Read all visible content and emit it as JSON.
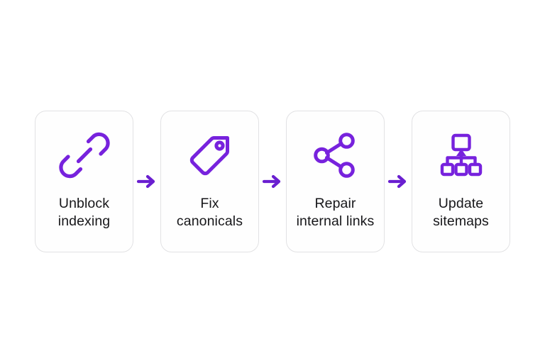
{
  "diagram": {
    "type": "horizontal-process-flow",
    "background_color": "#ffffff",
    "accent_color": "#7722dd",
    "card_border_color": "#e2e2e4",
    "card_background_color": "#fefefe",
    "text_color": "#17171a",
    "connector_symbol": "arrow-right",
    "steps": [
      {
        "order": 1,
        "icon": "broken-chain-link-icon",
        "label_line1": "Unblock",
        "label_line2": "indexing"
      },
      {
        "order": 2,
        "icon": "price-tag-icon",
        "label_line1": "Fix",
        "label_line2": "canonicals"
      },
      {
        "order": 3,
        "icon": "share-network-icon",
        "label_line1": "Repair",
        "label_line2": "internal links"
      },
      {
        "order": 4,
        "icon": "sitemap-hierarchy-icon",
        "label_line1": "Update",
        "label_line2": "sitemaps"
      }
    ]
  }
}
